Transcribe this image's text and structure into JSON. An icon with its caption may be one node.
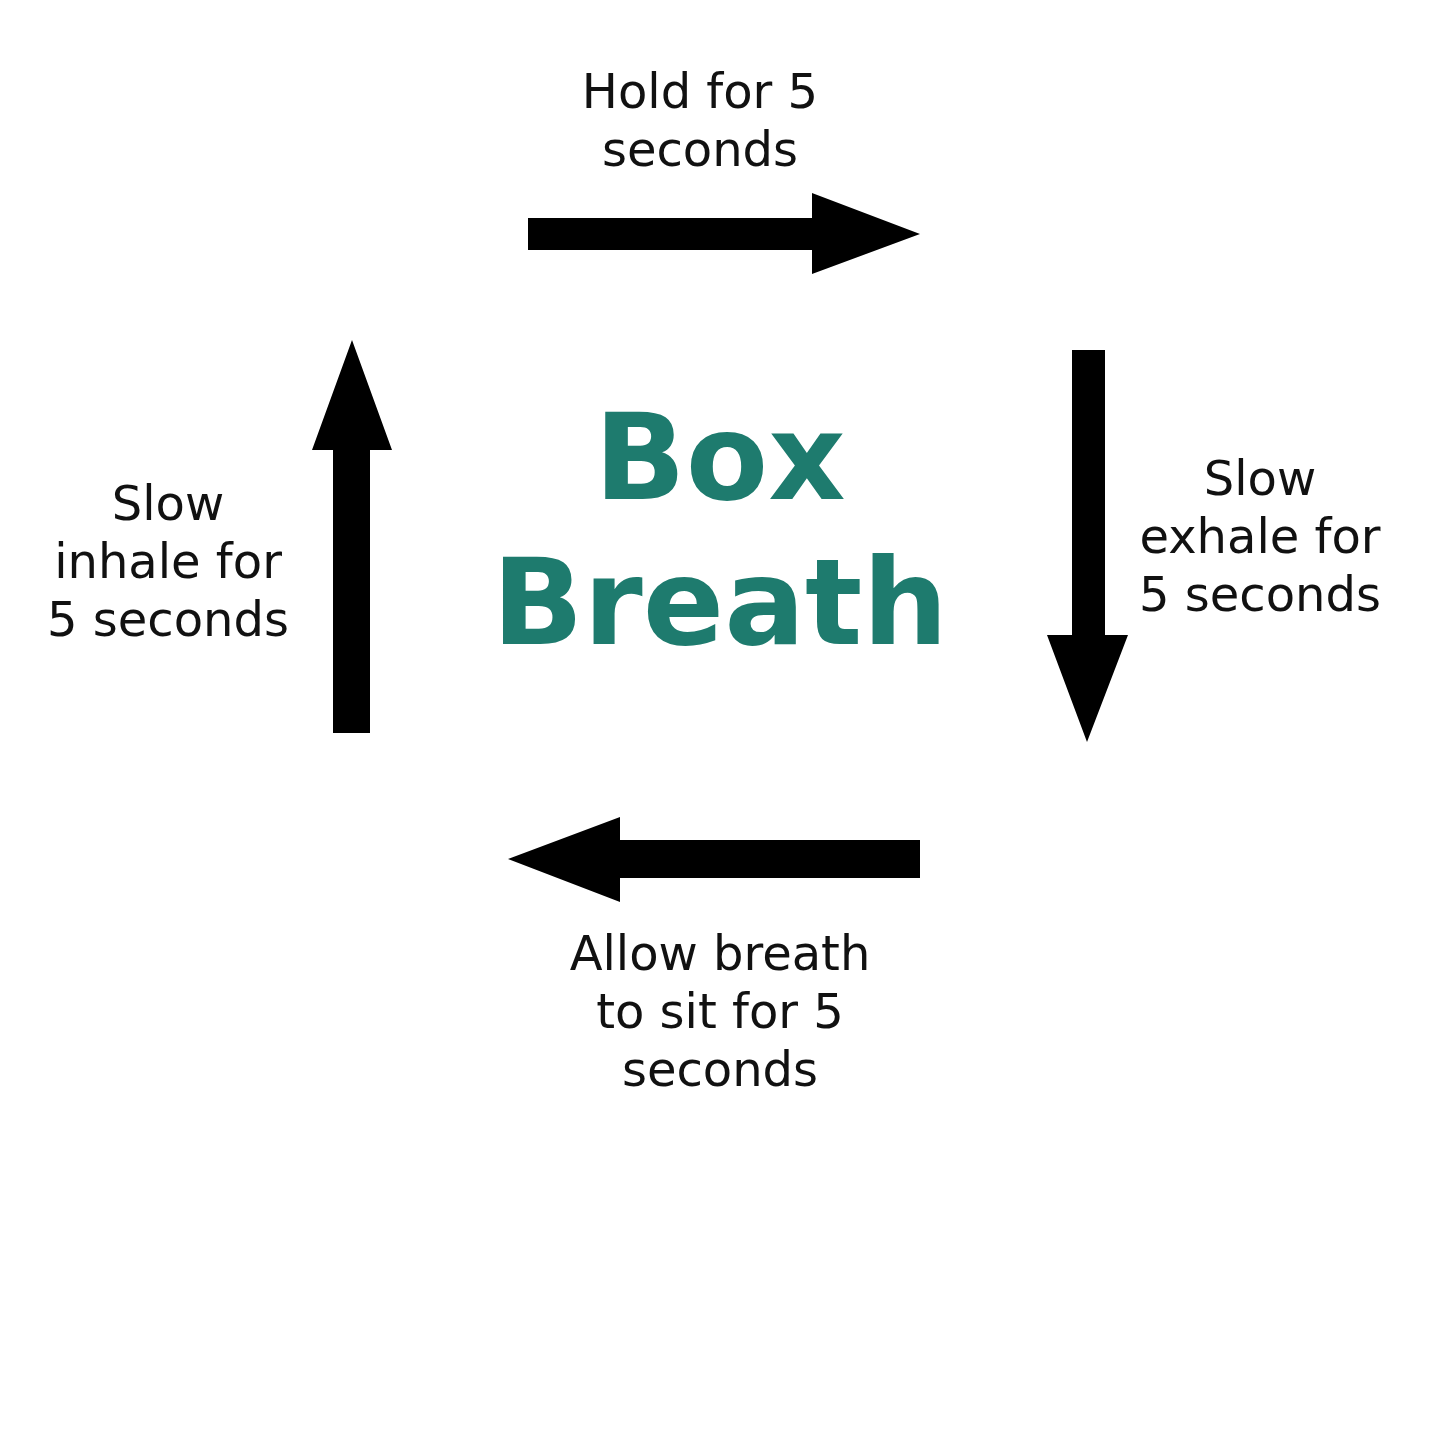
{
  "diagram": {
    "title": "Box Breath",
    "labels": [
      "Hold for 5 seconds",
      "Slow inhale for 5 seconds",
      "Slow exhale for 5 seconds",
      "Allow breath to sit for 5 seconds"
    ]
  }
}
